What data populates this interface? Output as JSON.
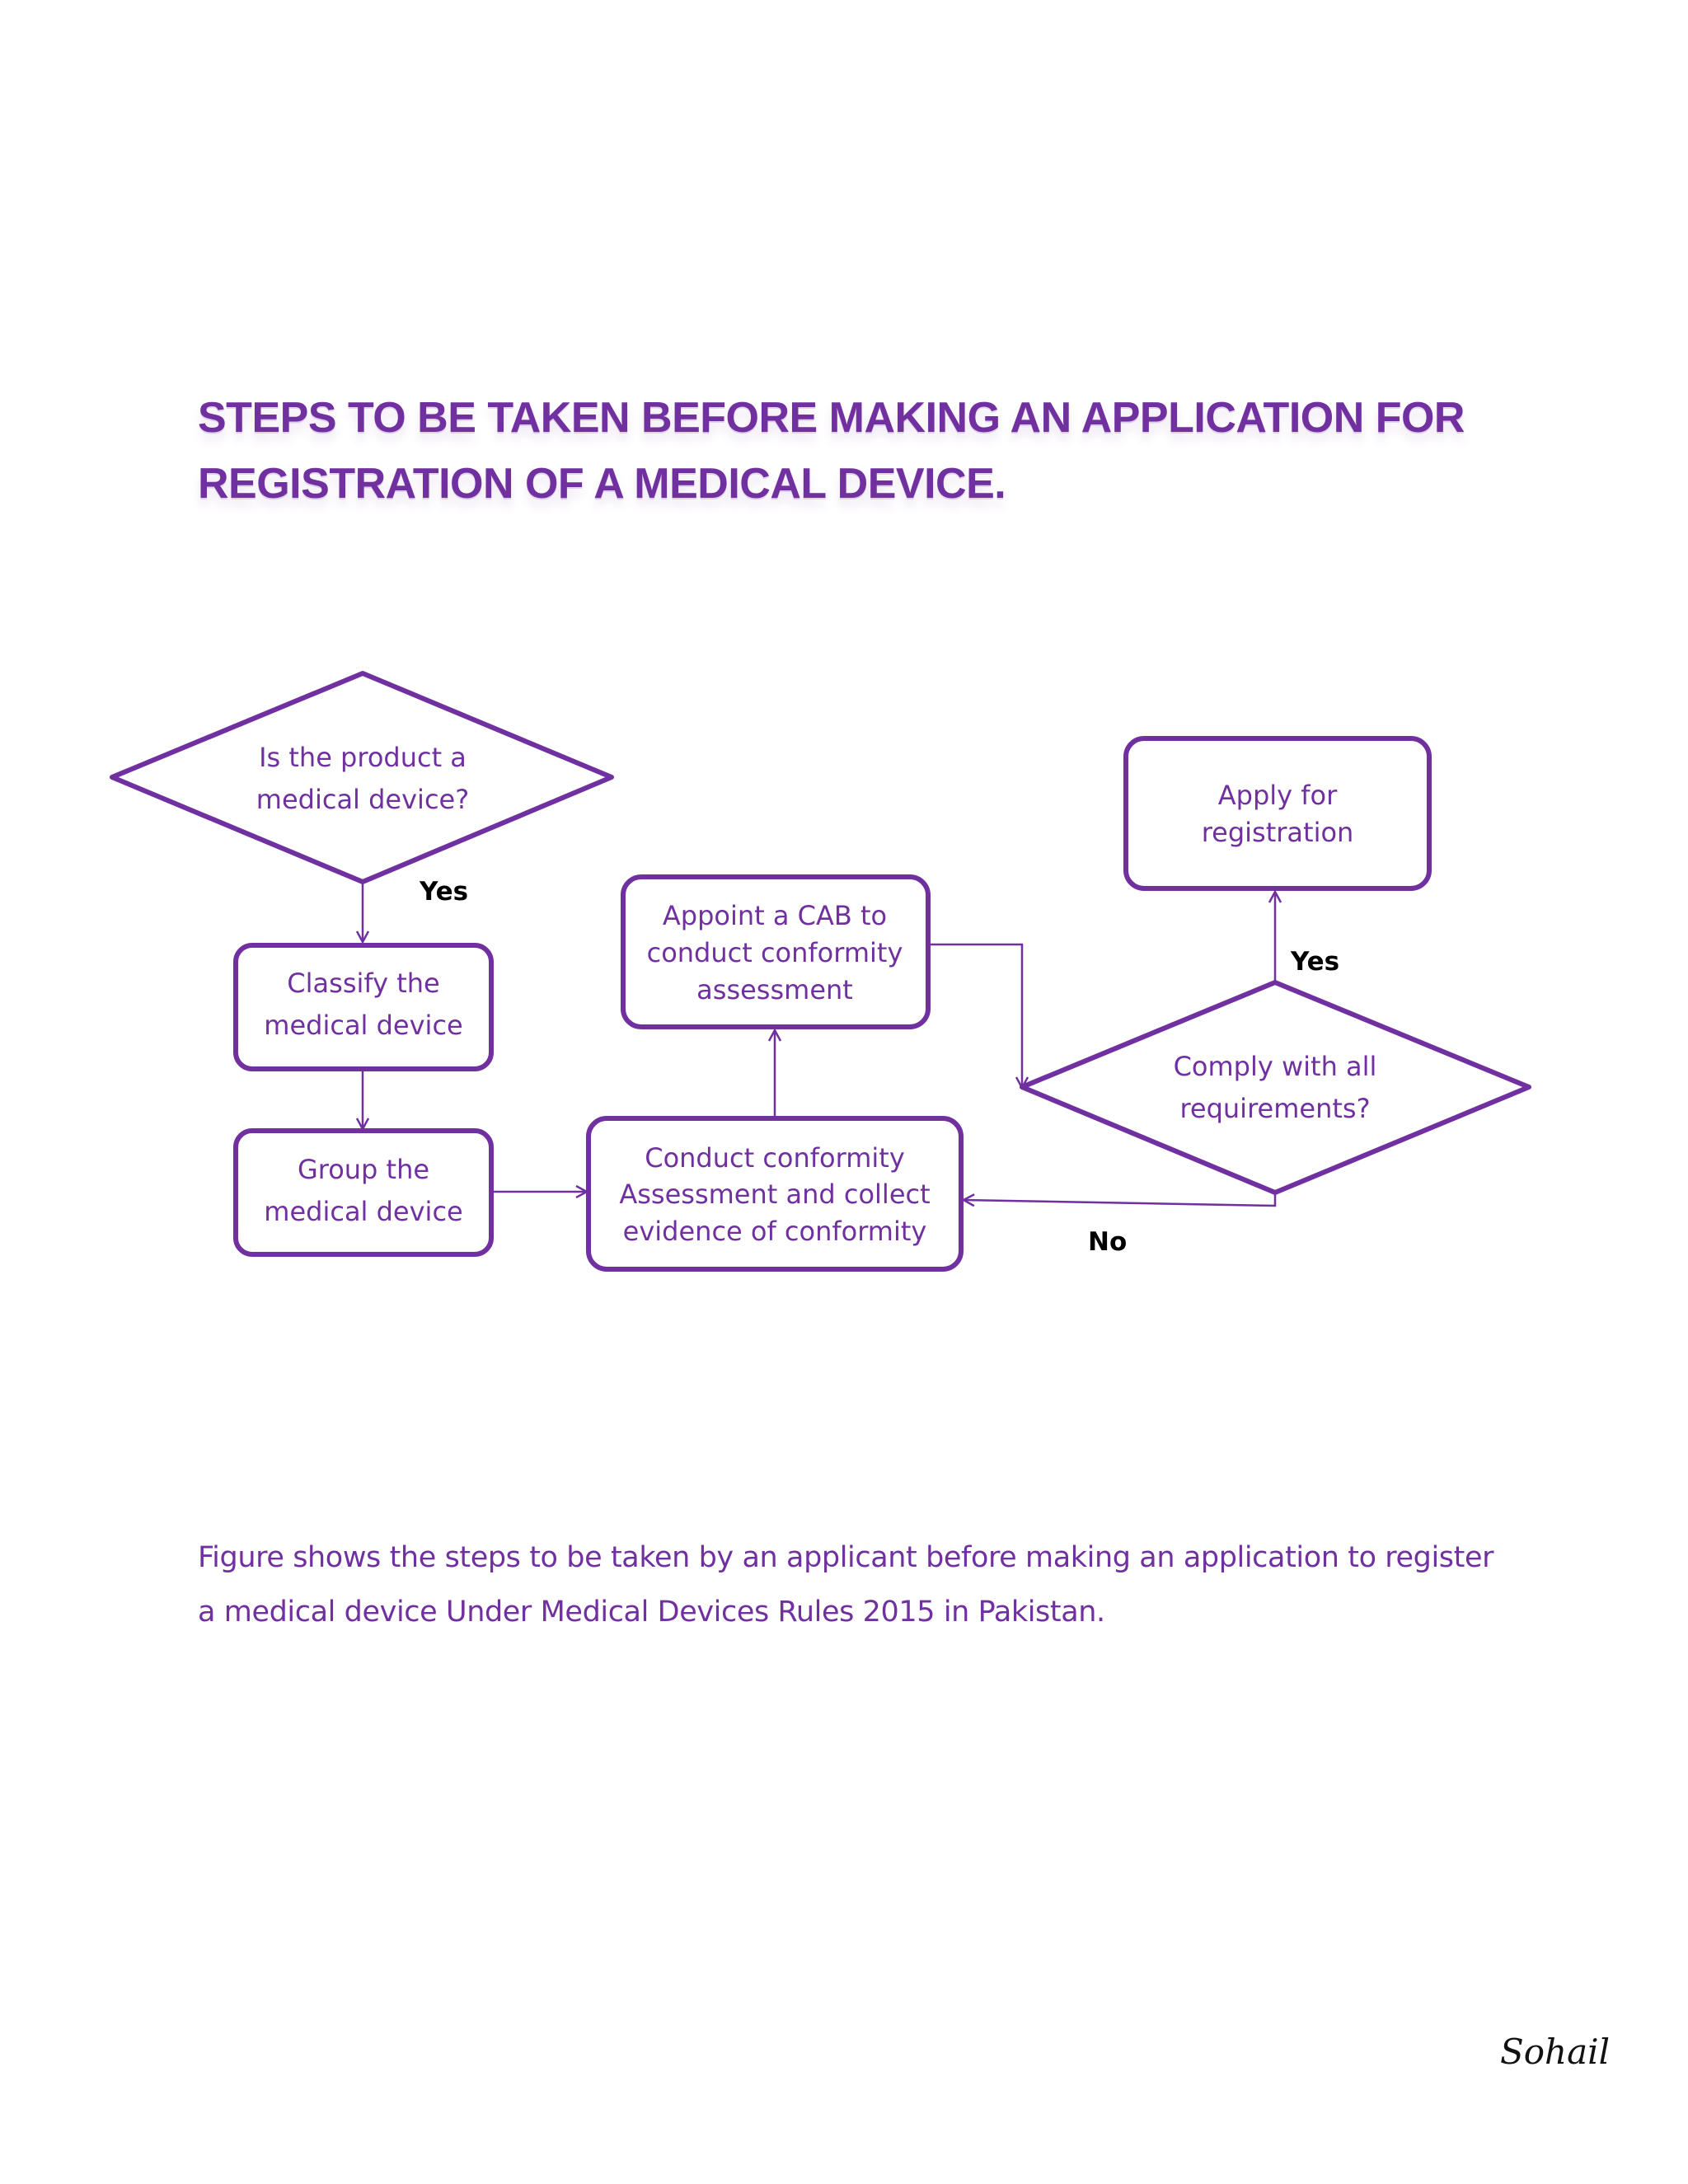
{
  "title_lines": [
    "STEPS TO BE TAKEN BEFORE MAKING AN APPLICATION FOR",
    "REGISTRATION OF A MEDICAL DEVICE."
  ],
  "flowchart": {
    "nodes": {
      "is_medical_device": [
        "Is the product a",
        "medical device?"
      ],
      "classify": [
        "Classify the",
        "medical device"
      ],
      "group": [
        "Group the",
        "medical device"
      ],
      "conduct_conformity": [
        "Conduct conformity",
        "Assessment and collect",
        "evidence of conformity"
      ],
      "appoint_cab": [
        "Appoint a CAB to",
        "conduct conformity",
        "assessment"
      ],
      "comply_requirements": [
        "Comply with all",
        "requirements?"
      ],
      "apply_registration": [
        "Apply for",
        "registration"
      ]
    },
    "edge_labels": {
      "yes_product": "Yes",
      "yes_comply": "Yes",
      "no_comply": "No"
    }
  },
  "caption": "Figure shows the steps to be taken by an applicant before making an application to register a medical device Under Medical Devices Rules 2015 in Pakistan.",
  "signature": "Sohail",
  "colors": {
    "accent": "#7030a0",
    "edge_label": "#000000"
  }
}
